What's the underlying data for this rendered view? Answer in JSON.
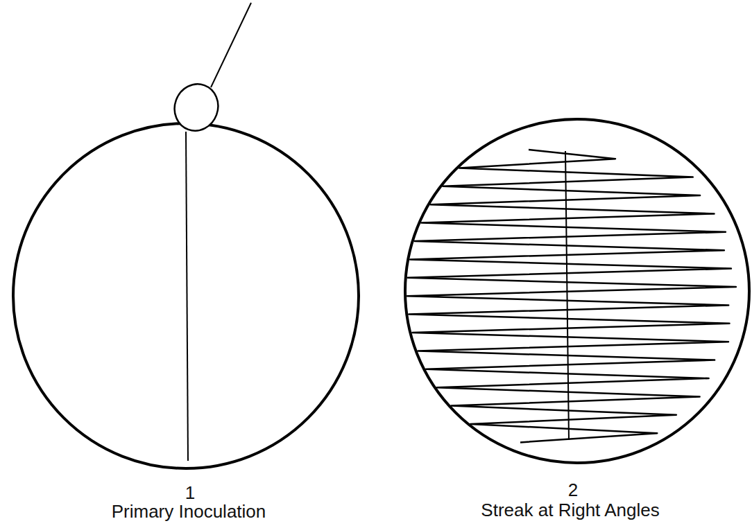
{
  "diagram": {
    "labels": [
      "1",
      "Primary Inoculation",
      "2",
      "Streak at Right Angles"
    ]
  }
}
